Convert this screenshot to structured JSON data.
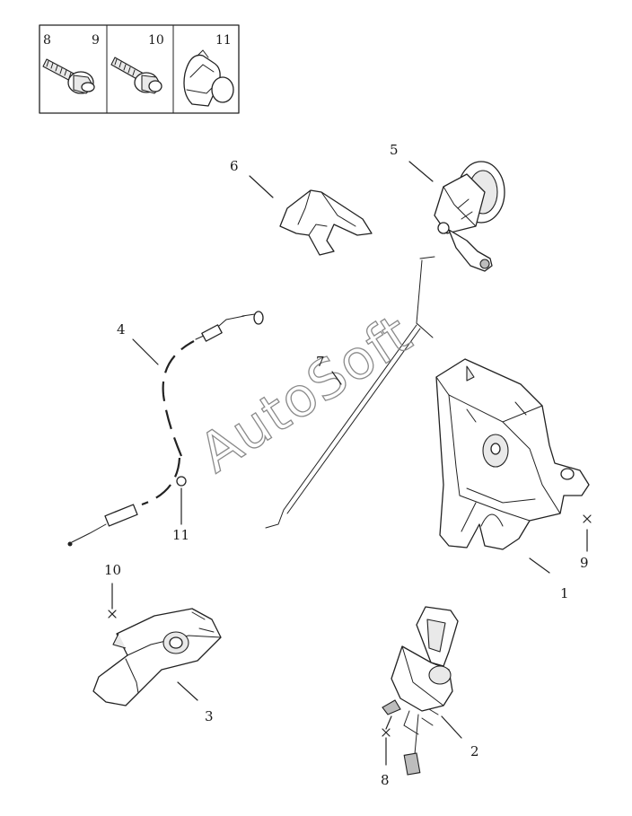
{
  "watermark": "AutoSoft",
  "legend": {
    "boxes": [
      {
        "labels": [
          "8",
          "9"
        ]
      },
      {
        "labels": [
          "10"
        ]
      },
      {
        "labels": [
          "11"
        ]
      }
    ]
  },
  "callouts": [
    {
      "id": "1",
      "text": "1"
    },
    {
      "id": "2",
      "text": "2"
    },
    {
      "id": "3",
      "text": "3"
    },
    {
      "id": "4",
      "text": "4"
    },
    {
      "id": "5",
      "text": "5"
    },
    {
      "id": "6",
      "text": "6"
    },
    {
      "id": "7",
      "text": "7"
    },
    {
      "id": "8",
      "text": "8"
    },
    {
      "id": "9",
      "text": "9"
    },
    {
      "id": "10",
      "text": "10"
    },
    {
      "id": "11",
      "text": "11"
    }
  ],
  "colors": {
    "line": "#222222",
    "background": "#ffffff",
    "watermark": "#8a8a8a"
  }
}
